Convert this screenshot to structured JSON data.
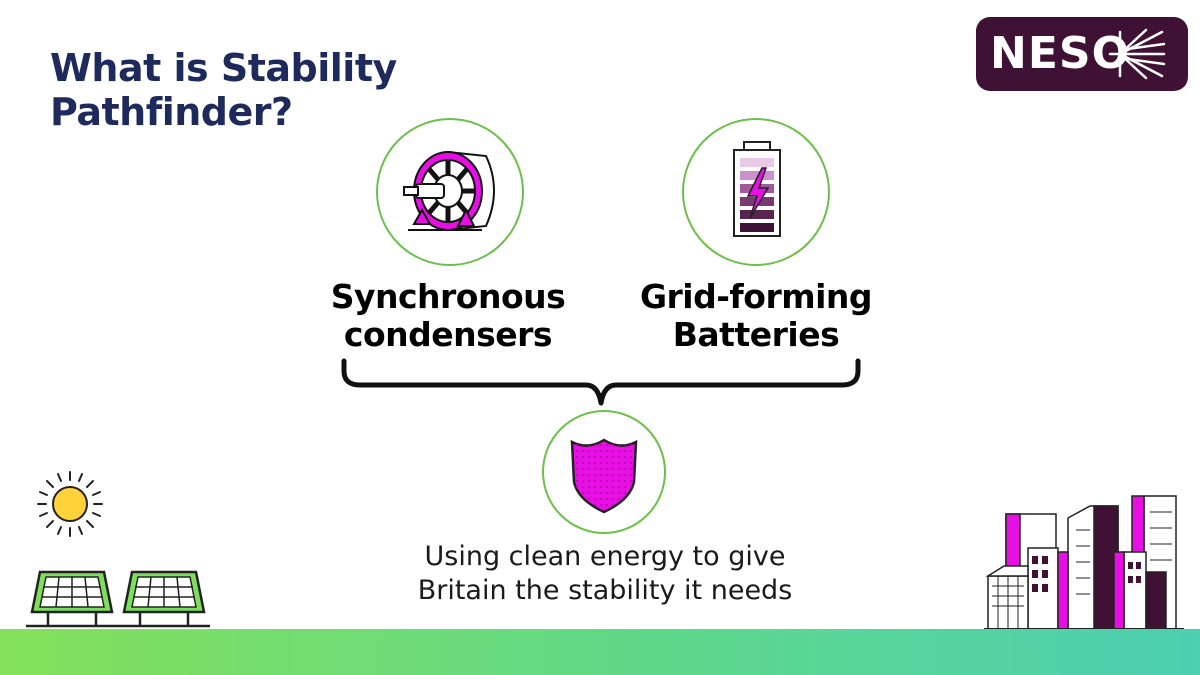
{
  "title": "What is Stability Pathfinder?",
  "logo": {
    "text": "NESO"
  },
  "items": [
    {
      "label_line1": "Synchronous",
      "label_line2": "condensers",
      "icon": "synchronous-condenser-icon"
    },
    {
      "label_line1": "Grid-forming",
      "label_line2": "Batteries",
      "icon": "battery-icon"
    }
  ],
  "result": {
    "icon": "shield-icon",
    "caption_line1": "Using clean energy to give",
    "caption_line2": "Britain the stability it needs"
  },
  "colors": {
    "navy": "#1f2a5c",
    "brand": "#3f1134",
    "magenta": "#e80fe5",
    "green": "#6cc04a"
  }
}
